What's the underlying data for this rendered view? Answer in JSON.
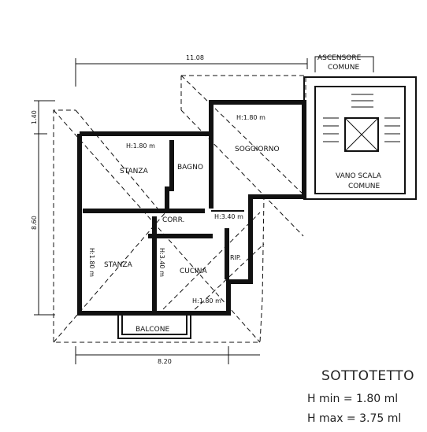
{
  "dimensions": {
    "top_width": "11.08",
    "left_top": "1.40",
    "left_height": "8.60",
    "bottom_width": "8.20"
  },
  "elevator": {
    "label_line1": "ASCENSORE",
    "label_line2": "COMUNE"
  },
  "rooms": {
    "soggiorno": {
      "label": "SOGGIORNO",
      "height": "H:1.80 m"
    },
    "stanza_top": {
      "label": "STANZA",
      "height": "H:1.80 m"
    },
    "bagno": {
      "label": "BAGNO"
    },
    "corr": {
      "label": "CORR."
    },
    "corr_height": "H:3.40 m",
    "stanza_left": {
      "label": "STANZA",
      "height": "H:1.80 m"
    },
    "cucina": {
      "label": "CUCINA",
      "height_left": "H:3.40 m",
      "height_bottom": "H:1.80 m"
    },
    "rip": {
      "label": "RIP."
    },
    "balcone": {
      "label": "BALCONE"
    },
    "vano_scala": {
      "label_line1": "VANO SCALA",
      "label_line2": "COMUNE"
    }
  },
  "legend": {
    "title": "SOTTOTETTO",
    "h_min_label": "H  min  =  1.80  ml",
    "h_max_label": "H  max  =  3.75  ml"
  }
}
